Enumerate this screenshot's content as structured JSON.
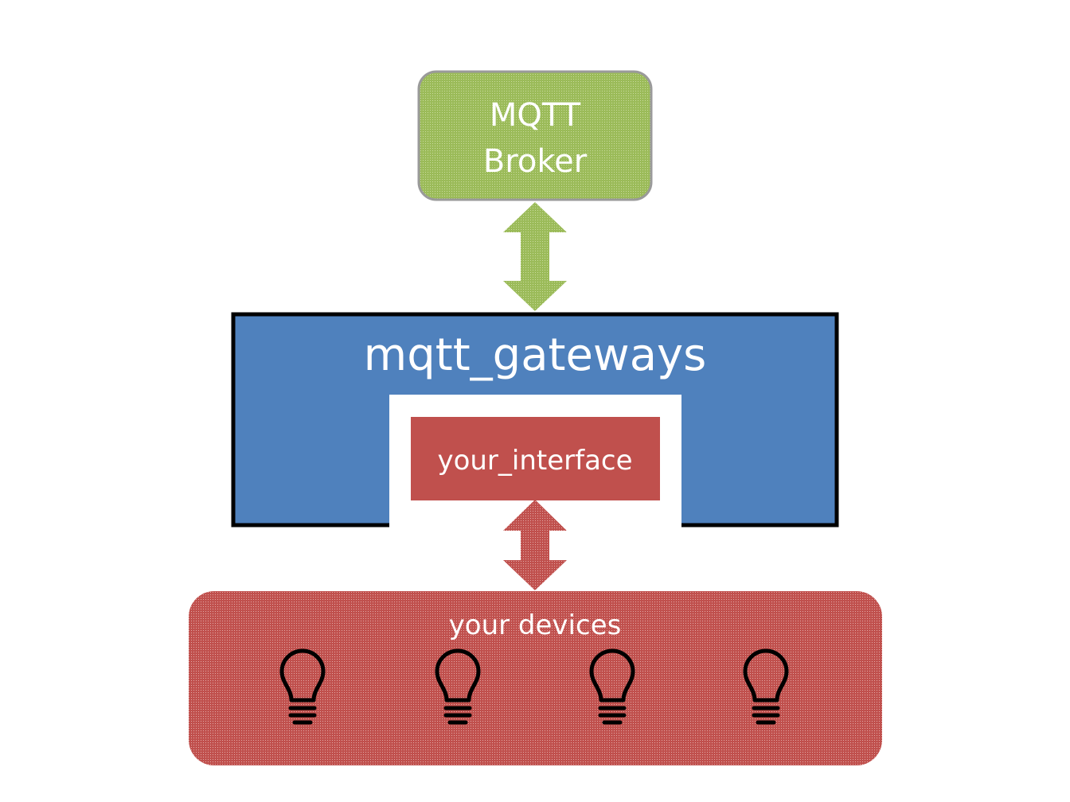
{
  "broker": {
    "line1": "MQTT",
    "line2": "Broker",
    "fill": "#9BBB59"
  },
  "gateway": {
    "title": "mqtt_gateways",
    "fill": "#4F81BD",
    "border": "#000000"
  },
  "interface": {
    "label": "your_interface",
    "fill": "#C0504D"
  },
  "devices": {
    "title": "your devices",
    "fill": "#C0504D",
    "items": [
      {
        "icon": "lightbulb-icon"
      },
      {
        "icon": "lightbulb-icon"
      },
      {
        "icon": "lightbulb-icon"
      },
      {
        "icon": "lightbulb-icon"
      }
    ]
  },
  "arrows": {
    "top_fill": "#9BBB59",
    "bottom_fill": "#C0504D"
  }
}
